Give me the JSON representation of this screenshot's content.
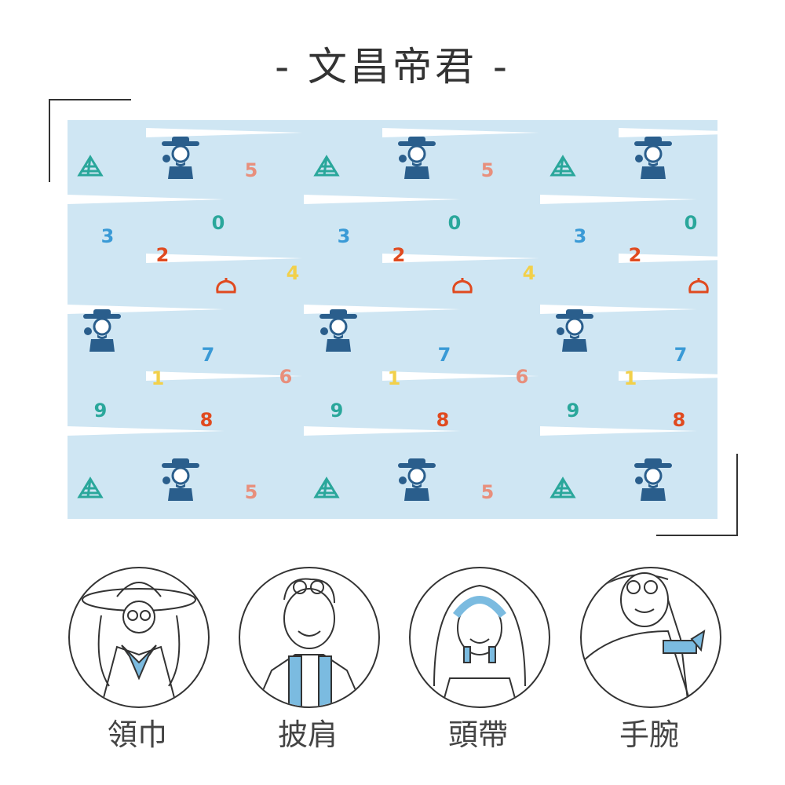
{
  "title": "-  文昌帝君  -",
  "pattern": {
    "background": "#cfe6f3",
    "items": [
      {
        "type": "icon",
        "name": "triangle-charm-icon",
        "color": "#2aa79b"
      },
      {
        "type": "icon",
        "name": "wenchang-deity-icon",
        "color": "#2a5e8c"
      },
      {
        "type": "text",
        "text": "5",
        "color": "#e88f7c"
      },
      {
        "type": "text",
        "text": "0",
        "color": "#2aa79b"
      },
      {
        "type": "text",
        "text": "3",
        "color": "#3a9ad6"
      },
      {
        "type": "text",
        "text": "2",
        "color": "#e04a1f"
      },
      {
        "type": "text",
        "text": "4",
        "color": "#f2d04a"
      },
      {
        "type": "icon",
        "name": "steamed-bun-icon",
        "color": "#e04a1f"
      },
      {
        "type": "icon",
        "name": "wenchang-deity-icon",
        "color": "#2a5e8c"
      },
      {
        "type": "text",
        "text": "7",
        "color": "#3a9ad6"
      },
      {
        "type": "text",
        "text": "1",
        "color": "#f2d04a"
      },
      {
        "type": "text",
        "text": "6",
        "color": "#e88f7c"
      },
      {
        "type": "text",
        "text": "9",
        "color": "#2aa79b"
      },
      {
        "type": "text",
        "text": "8",
        "color": "#e04a1f"
      }
    ]
  },
  "usages": [
    {
      "label": "領巾"
    },
    {
      "label": "披肩"
    },
    {
      "label": "頭帶"
    },
    {
      "label": "手腕"
    }
  ],
  "accent": "#7bbbe0"
}
